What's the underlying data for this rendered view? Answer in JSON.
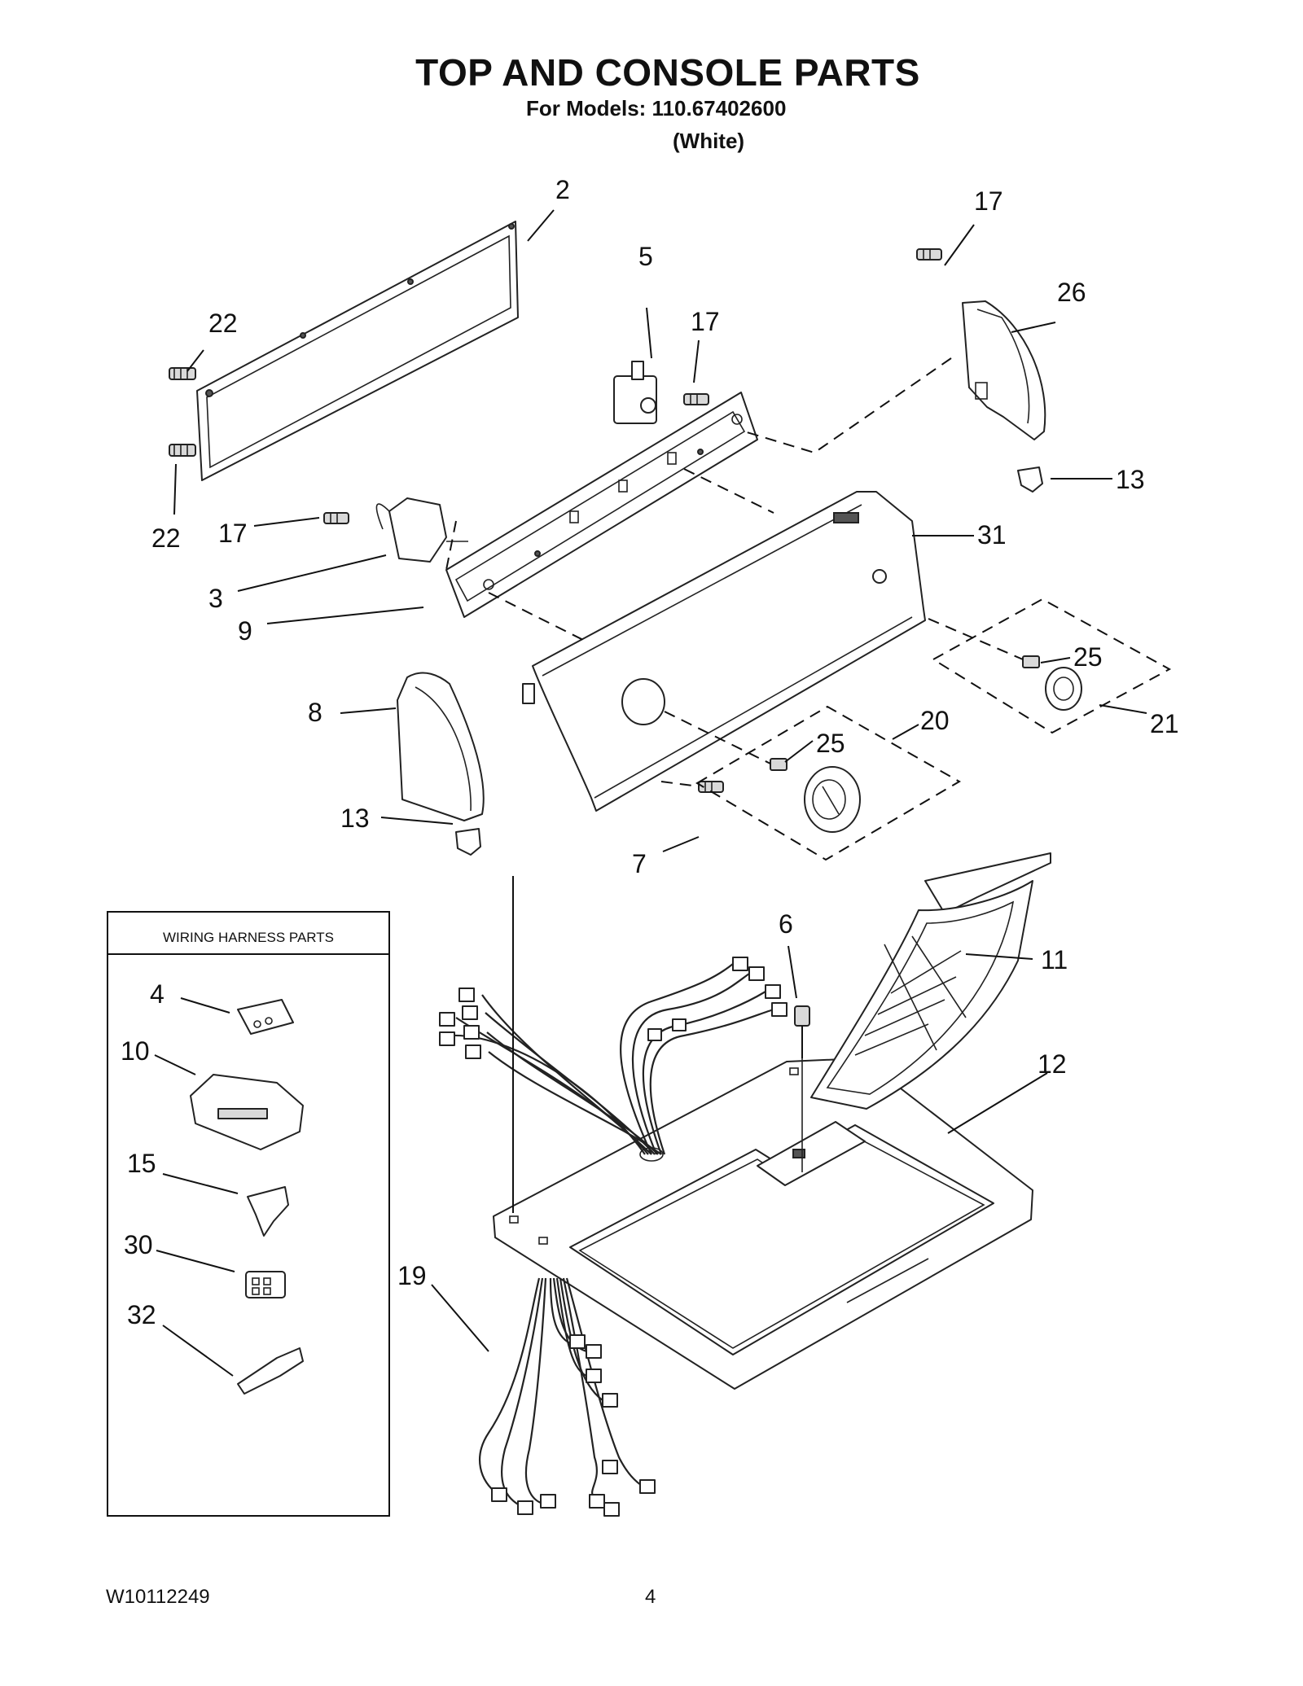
{
  "title": "TOP AND CONSOLE PARTS",
  "models_line": "For Models: 110.67402600",
  "color_line": "(White)",
  "wiring_box_title": "WIRING HARNESS PARTS",
  "labels": {
    "p2": "2",
    "p3": "3",
    "p4": "4",
    "p5": "5",
    "p6": "6",
    "p7": "7",
    "p8": "8",
    "p9": "9",
    "p10": "10",
    "p11": "11",
    "p12": "12",
    "p13a": "13",
    "p13b": "13",
    "p15": "15",
    "p17a": "17",
    "p17b": "17",
    "p17c": "17",
    "p19": "19",
    "p20": "20",
    "p21": "21",
    "p22a": "22",
    "p22b": "22",
    "p25a": "25",
    "p25b": "25",
    "p26": "26",
    "p30": "30",
    "p31": "31",
    "p32": "32"
  },
  "footer": {
    "doc_number": "W10112249",
    "page_number": "4"
  }
}
